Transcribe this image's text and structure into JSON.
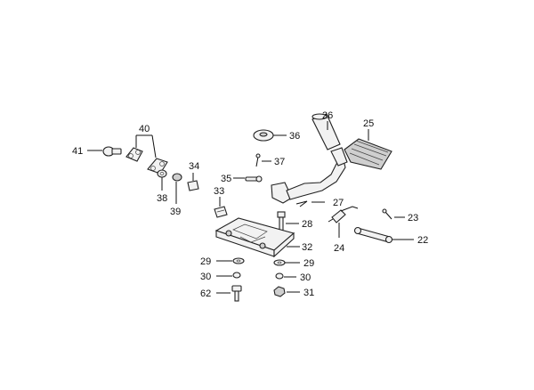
{
  "callouts": {
    "c22": "22",
    "c23": "23",
    "c24": "24",
    "c25": "25",
    "c26": "26",
    "c27": "27",
    "c28": "28",
    "c29a": "29",
    "c29b": "29",
    "c30a": "30",
    "c30b": "30",
    "c31": "31",
    "c32": "32",
    "c33": "33",
    "c34": "34",
    "c35": "35",
    "c36": "36",
    "c37": "37",
    "c38": "38",
    "c39": "39",
    "c40": "40",
    "c41": "41",
    "c62": "62"
  }
}
